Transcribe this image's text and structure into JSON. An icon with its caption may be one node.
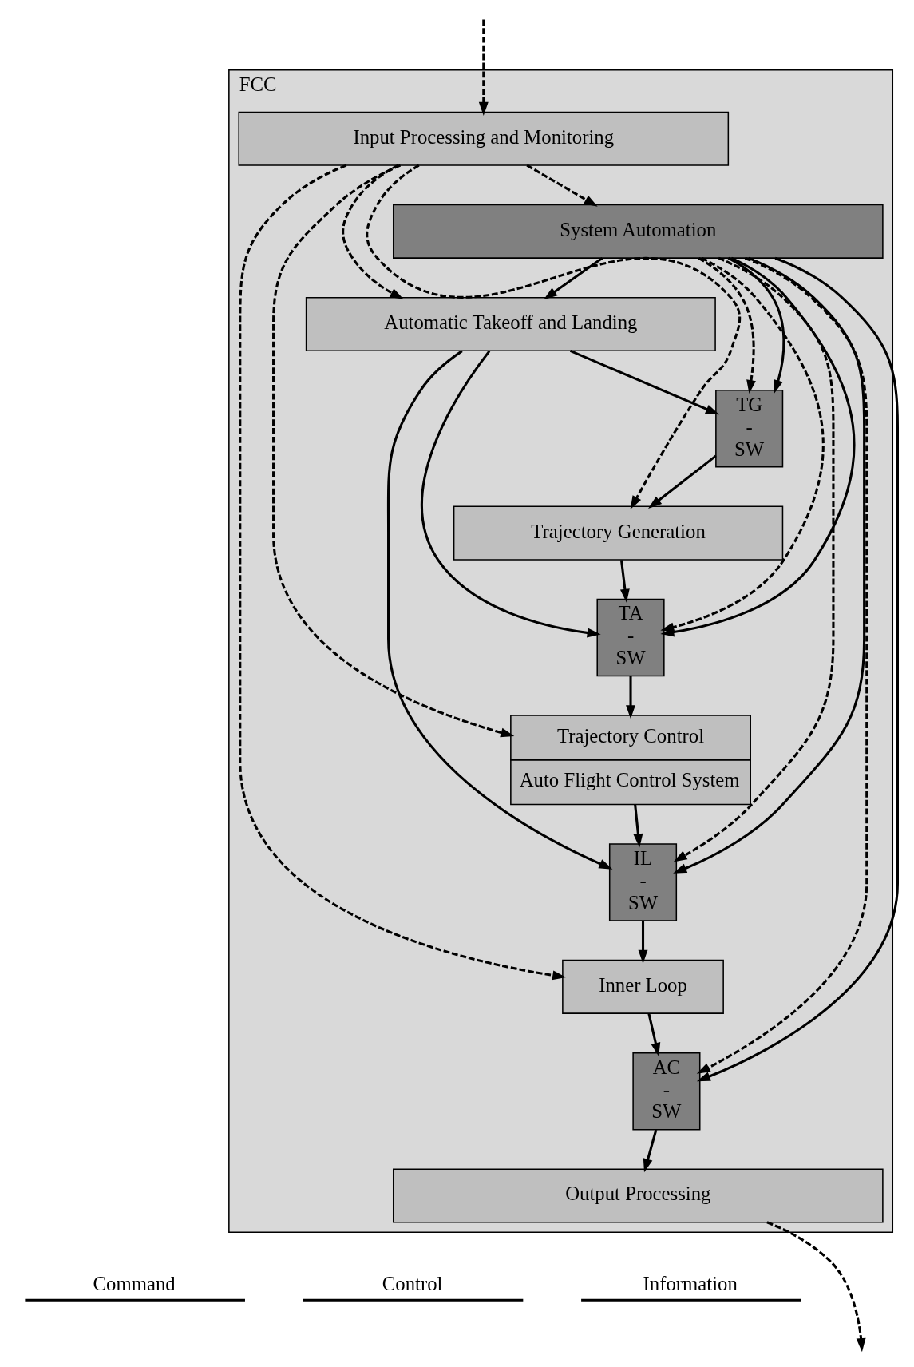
{
  "diagram": {
    "nodes": [
      {
        "text": [
          "FCC"
        ]
      },
      {
        "text": [
          "Input Processing and Monitoring"
        ],
        "in": 0
      },
      {
        "text": [
          "System Automation"
        ],
        "in": 0
      },
      {
        "text": [
          "Automatic Takeoff and Landing"
        ],
        "in": 0
      },
      {
        "text": [
          "TG - SW"
        ],
        "in": 0
      },
      {
        "text": [
          "Trajectory Generation"
        ],
        "in": 0
      },
      {
        "text": [
          "TA - SW"
        ],
        "in": 0
      },
      {
        "text": [
          "Trajectory Control",
          "Auto Flight Control System"
        ],
        "in": 0
      },
      {
        "text": [
          "IL - SW"
        ],
        "in": 0
      },
      {
        "text": [
          "Inner Loop"
        ],
        "in": 0
      },
      {
        "text": [
          "AC - SW"
        ],
        "in": 0
      },
      {
        "text": [
          "Output Processing"
        ],
        "in": 0
      }
    ],
    "edges": [
      {
        "from": null,
        "to": 1,
        "arrow": "to",
        "style": "dashed"
      },
      {
        "from": 1,
        "to": 2,
        "arrow": "to",
        "style": "dashed"
      },
      {
        "from": 1,
        "to": 3,
        "arrow": "to",
        "style": "dashed"
      },
      {
        "from": 1,
        "to": 5,
        "arrow": "to",
        "style": "dashed"
      },
      {
        "from": 1,
        "to": 7,
        "arrow": "to",
        "style": "dashed"
      },
      {
        "from": 1,
        "to": 9,
        "arrow": "to",
        "style": "dashed"
      },
      {
        "from": 2,
        "to": 3,
        "arrow": "to"
      },
      {
        "from": 2,
        "to": 4,
        "arrow": "to",
        "style": "dashed"
      },
      {
        "from": 2,
        "to": 6,
        "arrow": "to",
        "style": "dashed"
      },
      {
        "from": 2,
        "to": 8,
        "arrow": "to",
        "style": "dashed"
      },
      {
        "from": 2,
        "to": 10,
        "arrow": "to",
        "style": "dashed"
      },
      {
        "from": 2,
        "to": 4,
        "arrow": "to"
      },
      {
        "from": 2,
        "to": 6,
        "arrow": "to"
      },
      {
        "from": 2,
        "to": 8,
        "arrow": "to"
      },
      {
        "from": 2,
        "to": 10,
        "arrow": "to"
      },
      {
        "from": 3,
        "to": 4,
        "arrow": "to"
      },
      {
        "from": 3,
        "to": 6,
        "arrow": "to"
      },
      {
        "from": 3,
        "to": 8,
        "arrow": "to"
      },
      {
        "from": 4,
        "to": 5,
        "arrow": "to"
      },
      {
        "from": 5,
        "to": 6,
        "arrow": "to"
      },
      {
        "from": 6,
        "to": 7,
        "arrow": "to"
      },
      {
        "from": 7,
        "to": 8,
        "arrow": "to"
      },
      {
        "from": 8,
        "to": 9,
        "arrow": "to"
      },
      {
        "from": 9,
        "to": 10,
        "arrow": "to"
      },
      {
        "from": 10,
        "to": 11,
        "arrow": "to"
      },
      {
        "from": 11,
        "to": null,
        "arrow": "to",
        "style": "dashed"
      }
    ],
    "legend": [
      {
        "text": "Command"
      },
      {
        "text": "Control"
      },
      {
        "text": "Information"
      }
    ]
  }
}
